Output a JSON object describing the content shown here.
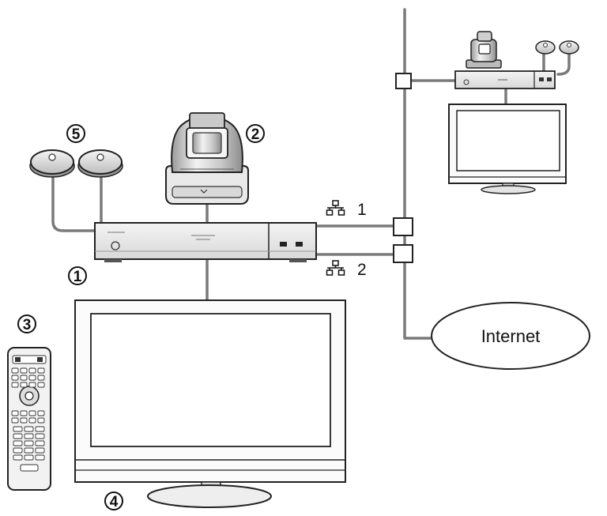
{
  "callouts": {
    "codec": "1",
    "camera": "2",
    "remote": "3",
    "display": "4",
    "microphones": "5"
  },
  "network": {
    "port_1": "1",
    "port_2": "2",
    "internet": "Internet"
  },
  "icons": {
    "lan_port": "network-port-icon"
  }
}
